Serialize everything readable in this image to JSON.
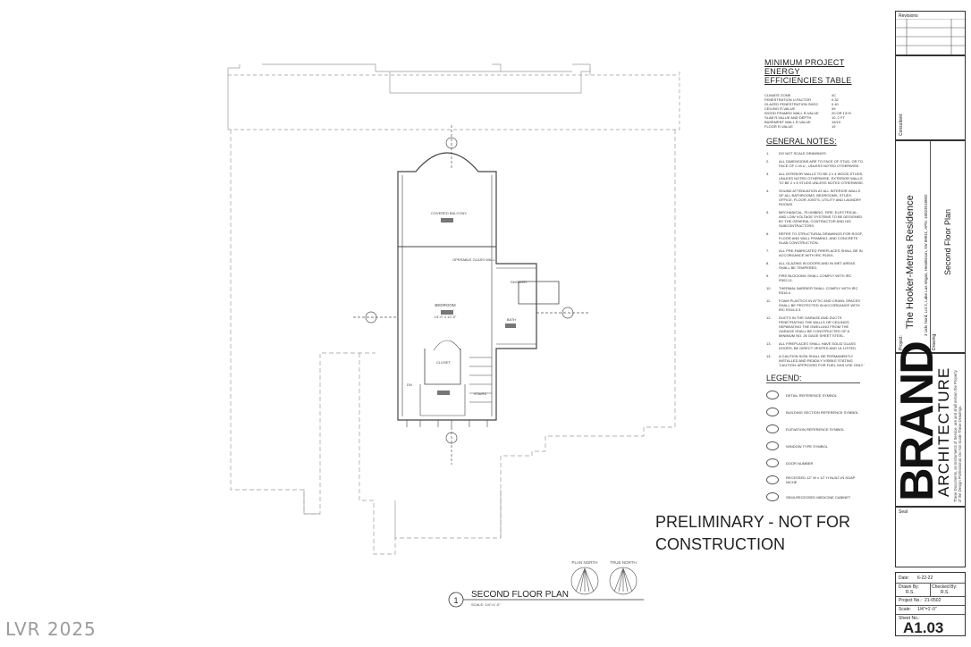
{
  "energy_table": {
    "title_line1": "MINIMUM PROJECT ENERGY",
    "title_line2": "EFFICIENCIES TABLE",
    "rows": [
      {
        "label": "CLIMATE ZONE",
        "value": "4C"
      },
      {
        "label": "FENESTRATION U-FACTOR",
        "value": "0.32"
      },
      {
        "label": "GLAZED FENESTRATION SHGC",
        "value": "0.40"
      },
      {
        "label": "CEILING R-VALUE",
        "value": "49"
      },
      {
        "label": "WOOD FRAMED WALL R-VALUE",
        "value": "20 OR 13+5"
      },
      {
        "label": "SLAB R-VALUE AND DEPTH",
        "value": "10, 2 FT"
      },
      {
        "label": "BASEMENT WALL R-VALUE",
        "value": "15/19"
      },
      {
        "label": "FLOOR R-VALUE",
        "value": "19"
      }
    ]
  },
  "general_notes": {
    "title": "GENERAL NOTES:",
    "items": [
      "DO NOT SCALE DRAWINGS.",
      "ALL DIMENSIONS ARE TO FACE OF STUD, OR TO FACE OF C.M.U., UNLESS NOTED OTHERWISE.",
      "ALL INTERIOR WALLS TO BE 2 x 4 WOOD STUDS, UNLESS NOTED OTHERWISE. EXTERIOR WALLS TO BE 2 x 6 STUDS UNLESS NOTED OTHERWISE.",
      "SOUND ATTENUATION AT ALL INTERIOR WALLS OF ALL BATHROOMS, BEDROOMS, STUDY, OFFICE, FLOOR JOISTS, UTILITY AND LAUNDRY ROOMS.",
      "MECHANICAL, PLUMBING, FIRE, ELECTRICAL, AND LOW VOLTAGE SYSTEMS TO BE DESIGNED BY THE GENERAL CONTRACTOR AND HIS SUBCONTRACTORS.",
      "REFER TO STRUCTURAL DRAWINGS FOR ROOF, FLOOR AND WALL FRAMING, AND CONCRETE SLAB CONSTRUCTION.",
      "ALL PRE-FABRICATED FIREPLACES SHALL BE IN ACCORDANCE WITH IRC R1001.",
      "ALL GLAZING IN DOORS AND IN WET AREAS SHALL BE TEMPERED.",
      "FIRE BLOCKING SHALL COMPLY WITH IRC R302.11.",
      "THERMAL BARRIER SHALL COMPLY WITH IRC R316.4.",
      "FOAM PLASTICS IN ATTIC AND CRAWL SPACES SHALL BE PROTECTED IN ACCORDANCE WITH IRC R316.5.3.",
      "DUCTS IN THE GARAGE AND DUCTS PENETRATING THE WALLS OR CEILINGS SEPARATING THE DWELLING FROM THE GARAGE SHALL BE CONSTRUCTED OF A MINIMUM NO. 26 GAGE SHEET STEEL.",
      "ALL FIREPLACES SHALL HAVE SOLID GLASS DOORS, BE DIRECT VENTED AND UL LISTED.",
      "A CAUTION SIGN SHALL BE PERMANENTLY INSTALLED AND READILY VISIBLE STATING 'CAUTION: APPROVED FOR FUEL GAS USE ONLY.'"
    ]
  },
  "legend": {
    "title": "LEGEND:",
    "items": [
      "DETAIL REFERENCE SYMBOL",
      "BUILDING SECTION REFERENCE SYMBOL",
      "ELEVATION REFERENCE SYMBOL",
      "WINDOW TYPE SYMBOL",
      "DOOR NUMBER",
      "RECESSED 12\" W x 12\" H BUILT-IN SOAP NICHE",
      "SEMI-RECESSED MEDICINE CABINET"
    ]
  },
  "plan_labels": {
    "covered_balcony": "COVERED BALCONY",
    "operable_glass_wall": "OPERABLE GLASS WALL",
    "bedroom": "BEDROOM",
    "bedroom_size": "14'-0\" x 12'-5\"",
    "shower": "SHOWER",
    "bath": "BATH",
    "closet": "CLOSET",
    "stairs": "STAIRS",
    "down": "DN"
  },
  "preliminary": {
    "line1": "PRELIMINARY - NOT FOR",
    "line2": "CONSTRUCTION"
  },
  "north_arrows": {
    "plan_north": "PLAN NORTH",
    "true_north": "TRUE NORTH"
  },
  "drawing_title": {
    "number": "1",
    "name": "SECOND FLOOR PLAN",
    "scale": "SCALE: 1/4\"=1'-0\""
  },
  "watermark": "LVR 2025",
  "title_block": {
    "revisions_label": "Revisions",
    "consultant_label": "Consultant:",
    "project_label": "Project:",
    "project_name": "The Hooker-Metras Residence",
    "project_address": "3 Lido Nord, Lot 2, Lake Las Vegas, Henderson, NV 89011, APN: 16023518002",
    "drawing_label": "Drawing:",
    "drawing_name": "Second Floor Plan",
    "brand": "BRAND",
    "brand_sub": "ARCHITECTURE",
    "disclaimer": "These Documents, as Instruments of Service, are and shall remain the Property of the Design Professional. Do Not Scale These Drawings.",
    "seal_label": "Seal",
    "date_label": "Date:",
    "date_value": "6-22-22",
    "drawn_by_label": "Drawn By:",
    "drawn_by_value": "R.S.",
    "checked_by_label": "Checked By:",
    "checked_by_value": "R.S.",
    "project_no_label": "Project No.:",
    "project_no_value": "21-0502",
    "scale_label": "Scale:",
    "scale_value": "1/4\"=1'-0\"",
    "sheet_no_label": "Sheet No.:",
    "sheet_no_value": "A1.03"
  }
}
